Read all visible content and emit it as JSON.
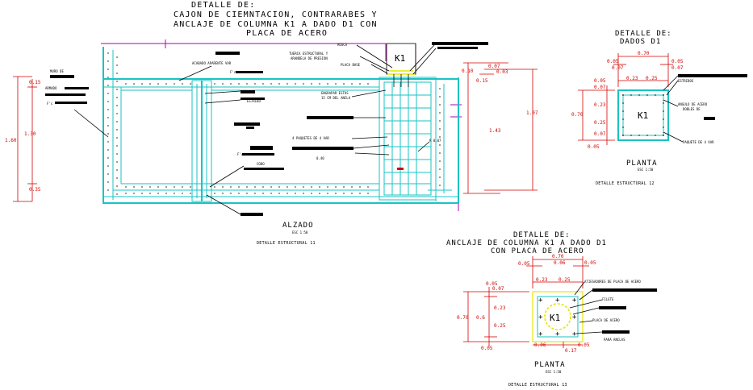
{
  "alzado": {
    "title_line1": "DETALLE  DE:",
    "title_line2": "CAJON DE CIEMNTACION, CONTRARABES  Y",
    "title_line3": "ANCLAJE DE COLUMNA K1 A DADO D1 CON",
    "title_line4": "PLACA DE ACERO",
    "view_name": "ALZADO",
    "scale": "ESC 1:50",
    "caption": "DETALLE ESTRUCTURAL  11",
    "column_label": "K1",
    "labels": {
      "muro": "MURO DE",
      "armado": "ARMADO",
      "fc_left": "F'c",
      "acabado": "ACABADO APARENTE VAR",
      "fc_mid": "F'c",
      "estribo": "ESTRIBO",
      "fc_low": "F'c",
      "codo": "CODO",
      "rosca": "ROSCA",
      "tuerca": "TUERCA ESTRUCTURAL Y",
      "arandela": "ARANDELA DE PRESION",
      "placa_base": "PLACA BASE",
      "engrapar": "ENGRAPAR ESTOS",
      "engrapar2": "15 CM DEL ANCLA",
      "paquetes": "4 PAQUETES DE 4 VAR",
      "dato_040": "0.40",
      "dato_r": "R 0.07"
    },
    "dims_left": [
      "0.15",
      "1.30",
      "1.60",
      "0.35"
    ],
    "dims_right": [
      "0.10",
      "0.07",
      "0.03",
      "0.15",
      "1.43",
      "1.07"
    ]
  },
  "dados": {
    "title_line1": "DETALLE  DE:",
    "title_line2": "DADOS D1",
    "view_name": "PLANTA",
    "scale": "ESC 1:50",
    "caption": "DETALLE ESTRUCTURAL  12",
    "column_label": "K1",
    "labels": {
      "estribos": "ESTRIBOS",
      "angulo": "ANGULO DE ACERO",
      "angulo2": "DOBLES DE",
      "paquete": "PAQUETE DE 4 VAR"
    },
    "dims_top": [
      "0.70",
      "0.05",
      "0.07",
      "0.05",
      "0.07",
      "0.23",
      "0.25"
    ],
    "dims_left": [
      "0.05",
      "0.07",
      "0.70",
      "0.23",
      "0.25",
      "0.07",
      "0.05"
    ]
  },
  "anclaje": {
    "title_line1": "DETALLE  DE:",
    "title_line2": "ANCLAJE DE COLUMNA K1 A DADO D1",
    "title_line3": "CON PLACA DE ACERO",
    "view_name": "PLANTA",
    "scale": "ESC 1:50",
    "caption": "DETALLE ESTRUCTURAL  13",
    "column_label": "K1",
    "labels": {
      "atiesadores": "ATIESADORES DE PLACA DE ACERO",
      "filete": "FILETE",
      "placa": "PLACA DE ACERO",
      "para_anclas": "PARA ANCLAS"
    },
    "dims_top": [
      "0.70",
      "0.05",
      "0.06",
      "0.05",
      "0.23",
      "0.25"
    ],
    "dims_left": [
      "0.05",
      "0.07",
      "0.70",
      "0.6",
      "0.23",
      "0.25",
      "0.05"
    ],
    "dims_bottom": [
      "0.06",
      "0.05",
      "0.17"
    ]
  }
}
